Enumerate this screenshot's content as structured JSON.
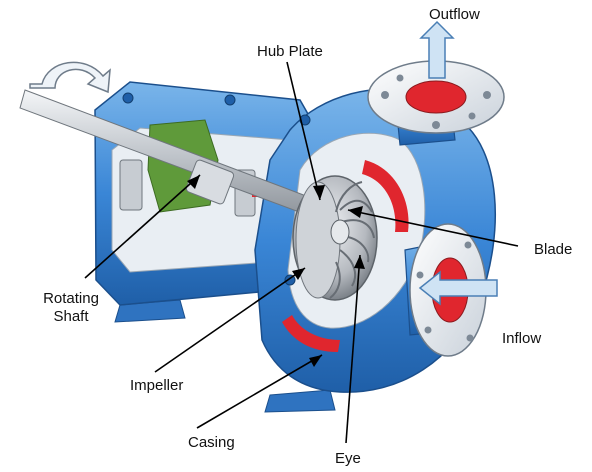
{
  "labels": {
    "outflow": "Outflow",
    "hub_plate": "Hub Plate",
    "blade": "Blade",
    "inflow": "Inflow",
    "rotating_shaft_line1": "Rotating",
    "rotating_shaft_line2": "Shaft",
    "impeller": "Impeller",
    "casing": "Casing",
    "eye": "Eye"
  },
  "colors": {
    "casing_blue": "#3a86d6",
    "casing_dark": "#1f5fa8",
    "casing_light": "#8cc0ef",
    "flange_white": "#f2f4f8",
    "flow_red": "#e0262e",
    "impeller_grey": "#b9bcc2",
    "shaft_grey": "#cfd3d8",
    "seal_green": "#5f9a3a",
    "arrow_fill": "#cfe3f4",
    "arrow_stroke": "#4a7fb5",
    "leader": "#000000"
  },
  "icons": {
    "rotation": "curved-rotation-arrow-icon",
    "outflow": "up-arrow-icon",
    "inflow": "left-arrow-icon"
  }
}
